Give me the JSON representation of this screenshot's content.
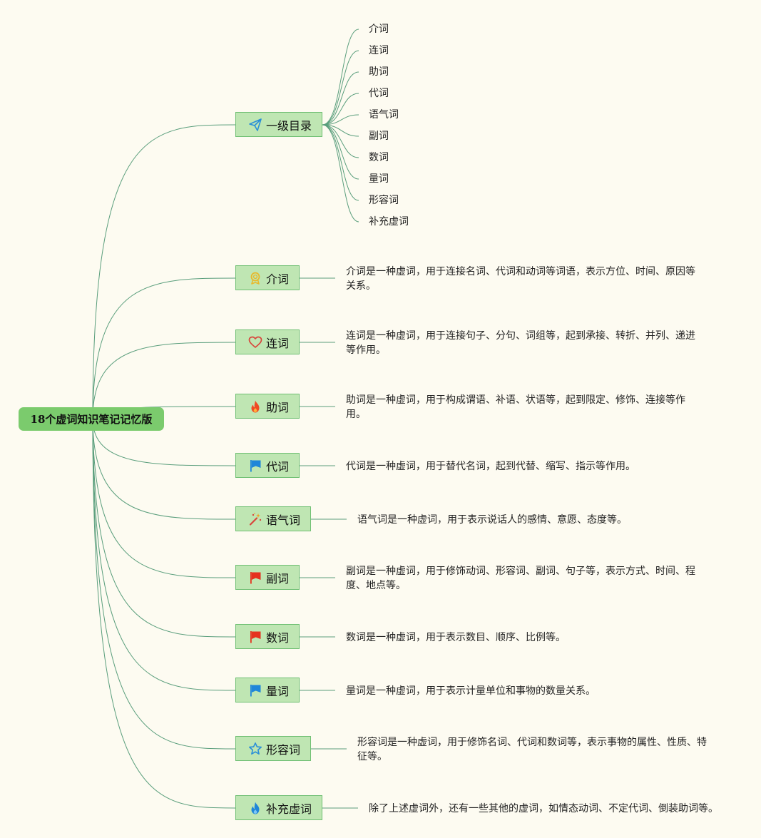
{
  "root": {
    "label": "18个虚词知识笔记记忆版"
  },
  "toc": {
    "label": "一级目录",
    "items": [
      "介词",
      "连词",
      "助词",
      "代词",
      "语气词",
      "副词",
      "数词",
      "量词",
      "形容词",
      "补充虚词"
    ]
  },
  "topics": [
    {
      "label": "介词",
      "icon": "award-icon",
      "desc": "介词是一种虚词，用于连接名词、代词和动词等词语，表示方位、时间、原因等关系。"
    },
    {
      "label": "连词",
      "icon": "heart-icon",
      "desc": "连词是一种虚词，用于连接句子、分句、词组等，起到承接、转折、并列、递进等作用。"
    },
    {
      "label": "助词",
      "icon": "fire-icon",
      "desc": "助词是一种虚词，用于构成谓语、补语、状语等，起到限定、修饰、连接等作用。"
    },
    {
      "label": "代词",
      "icon": "blue-flag-icon",
      "desc": "代词是一种虚词，用于替代名词，起到代替、缩写、指示等作用。"
    },
    {
      "label": "语气词",
      "icon": "magic-wand-icon",
      "desc": "语气词是一种虚词，用于表示说话人的感情、意愿、态度等。"
    },
    {
      "label": "副词",
      "icon": "red-flag-icon",
      "desc": "副词是一种虚词，用于修饰动词、形容词、副词、句子等，表示方式、时间、程度、地点等。"
    },
    {
      "label": "数词",
      "icon": "red-flag-icon",
      "desc": "数词是一种虚词，用于表示数目、顺序、比例等。"
    },
    {
      "label": "量词",
      "icon": "blue-flag-icon",
      "desc": "量词是一种虚词，用于表示计量单位和事物的数量关系。"
    },
    {
      "label": "形容词",
      "icon": "star-icon",
      "desc": "形容词是一种虚词，用于修饰名词、代词和数词等，表示事物的属性、性质、特征等。"
    },
    {
      "label": "补充虚词",
      "icon": "blue-fire-icon",
      "desc": "除了上述虚词外，还有一些其他的虚词，如情态动词、不定代词、倒装助词等。"
    }
  ],
  "colors": {
    "background": "#fdfbf1",
    "root_fill": "#7bcb6d",
    "node_fill": "#bfe6b3",
    "node_border": "#6fbf73",
    "link": "#5a9e7c"
  }
}
